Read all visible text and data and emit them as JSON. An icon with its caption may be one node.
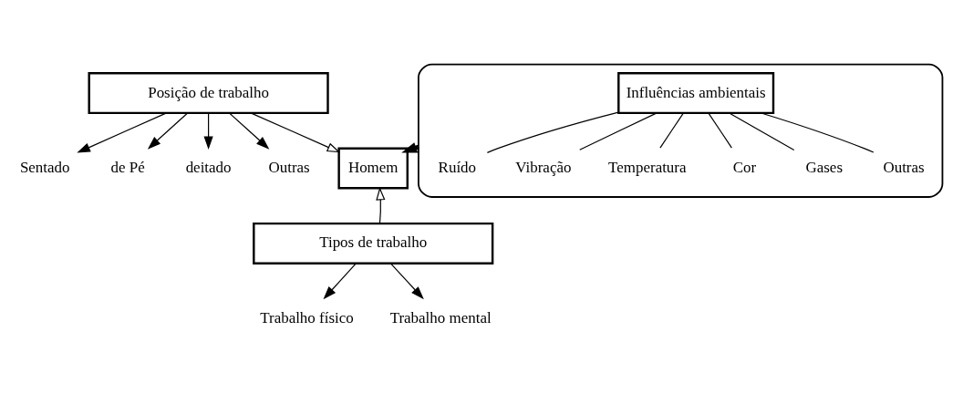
{
  "diagram": {
    "nodes": [
      {
        "text": [
          "Posição de trabalho"
        ]
      },
      {
        "text": [
          "Sentado"
        ]
      },
      {
        "text": [
          "de Pé"
        ]
      },
      {
        "text": [
          "deitado"
        ]
      },
      {
        "text": [
          "Outras"
        ]
      },
      {
        "text": [
          "Homem"
        ]
      },
      {
        "text": [
          "Tipos de trabalho"
        ]
      },
      {
        "text": [
          "Trabalho físico"
        ]
      },
      {
        "text": [
          "Trabalho mental"
        ]
      },
      {
        "text": [],
        "shape": "ellipse"
      },
      {
        "text": [
          "Influências ambientais"
        ],
        "in": 9
      },
      {
        "text": [
          "Ruído"
        ],
        "in": 9
      },
      {
        "text": [
          "Vibração"
        ],
        "in": 9
      },
      {
        "text": [
          "Temperatura"
        ],
        "in": 9
      },
      {
        "text": [
          "Cor"
        ],
        "in": 9
      },
      {
        "text": [
          "Gases"
        ],
        "in": 9
      },
      {
        "text": [
          "Outras"
        ],
        "in": 9
      }
    ],
    "edges": [
      {
        "from": 0,
        "to": 1,
        "arrow": "to"
      },
      {
        "from": 0,
        "to": 2,
        "arrow": "to"
      },
      {
        "from": 0,
        "to": 3,
        "arrow": "to"
      },
      {
        "from": 0,
        "to": 4,
        "arrow": "to"
      },
      {
        "from": 0,
        "to": 5,
        "arrow": "to"
      },
      {
        "from": 9,
        "to": 5,
        "arrow": "to",
        "style": "thick"
      },
      {
        "from": 6,
        "to": 5,
        "arrow": "to"
      },
      {
        "from": 6,
        "to": 7,
        "arrow": "to"
      },
      {
        "from": 6,
        "to": 8,
        "arrow": "to"
      },
      {
        "from": 10,
        "to": 11,
        "arrow": "none"
      },
      {
        "from": 10,
        "to": 12,
        "arrow": "none"
      },
      {
        "from": 10,
        "to": 13,
        "arrow": "none"
      },
      {
        "from": 10,
        "to": 14,
        "arrow": "none"
      },
      {
        "from": 10,
        "to": 15,
        "arrow": "none"
      },
      {
        "from": 10,
        "to": 16,
        "arrow": "none"
      }
    ]
  }
}
